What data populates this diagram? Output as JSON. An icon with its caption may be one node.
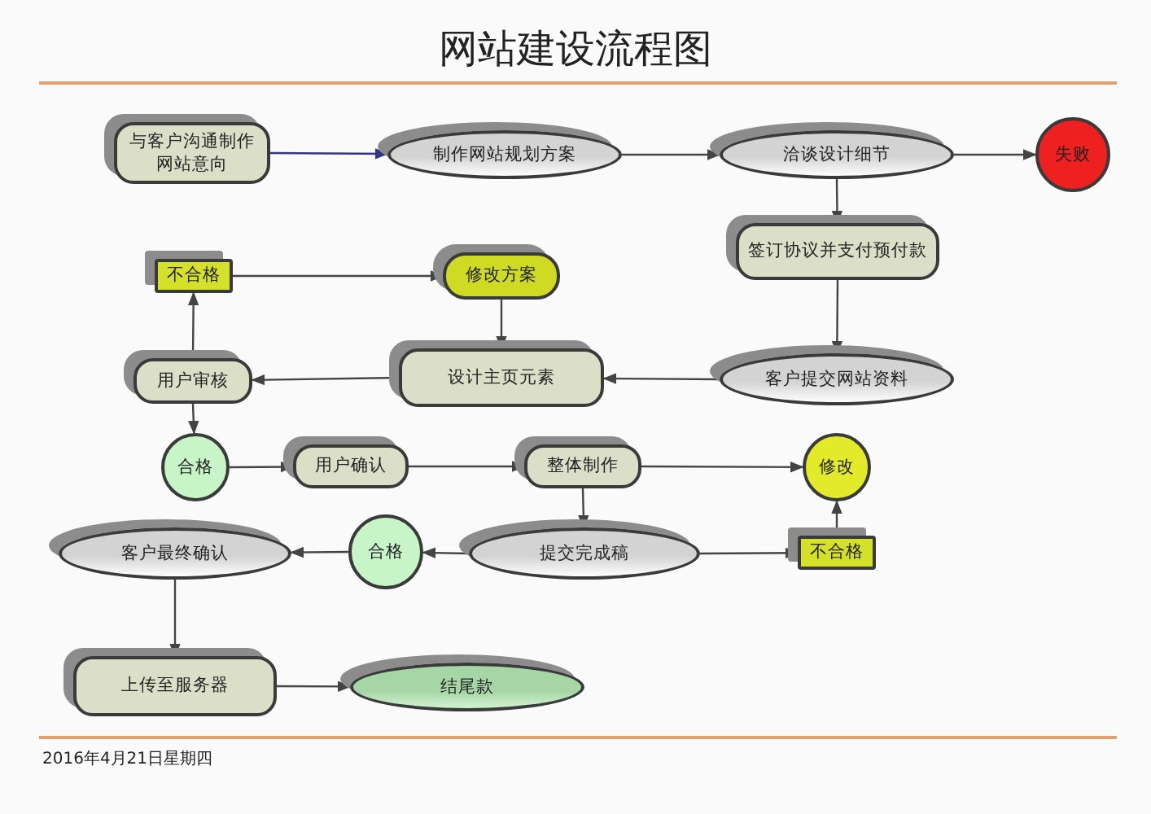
{
  "diagram": {
    "title": "网站建设流程图",
    "nodes": [
      {
        "text": [
          "与客户沟通制作网站意向"
        ]
      },
      {
        "text": [
          "制作网站规划方案"
        ]
      },
      {
        "text": [
          "洽谈设计细节"
        ]
      },
      {
        "text": [
          "失败"
        ]
      },
      {
        "text": [
          "不合格"
        ]
      },
      {
        "text": [
          "修改方案"
        ]
      },
      {
        "text": [
          "签订协议并支付预付款"
        ]
      },
      {
        "text": [
          "用户审核"
        ]
      },
      {
        "text": [
          "设计主页元素"
        ]
      },
      {
        "text": [
          "客户提交网站资料"
        ]
      },
      {
        "text": [
          "合格"
        ]
      },
      {
        "text": [
          "用户确认"
        ]
      },
      {
        "text": [
          "整体制作"
        ]
      },
      {
        "text": [
          "修改"
        ]
      },
      {
        "text": [
          "客户最终确认"
        ]
      },
      {
        "text": [
          "合格"
        ]
      },
      {
        "text": [
          "提交完成稿"
        ]
      },
      {
        "text": [
          "不合格"
        ]
      },
      {
        "text": [
          "上传至服务器"
        ]
      },
      {
        "text": [
          "结尾款"
        ]
      }
    ],
    "edges": [
      {
        "from": 0,
        "to": 1,
        "arrow": "to",
        "color": "#33338a"
      },
      {
        "from": 1,
        "to": 2,
        "arrow": "to"
      },
      {
        "from": 2,
        "to": 3,
        "arrow": "to"
      },
      {
        "from": 2,
        "to": 6,
        "arrow": "to"
      },
      {
        "from": 6,
        "to": 9,
        "arrow": "to"
      },
      {
        "from": 9,
        "to": 8,
        "arrow": "to"
      },
      {
        "from": 8,
        "to": 7,
        "arrow": "to"
      },
      {
        "from": 7,
        "to": 4,
        "arrow": "to"
      },
      {
        "from": 4,
        "to": 5,
        "arrow": "to"
      },
      {
        "from": 5,
        "to": 8,
        "arrow": "to"
      },
      {
        "from": 7,
        "to": 10,
        "arrow": "to"
      },
      {
        "from": 10,
        "to": 11,
        "arrow": "to"
      },
      {
        "from": 11,
        "to": 12,
        "arrow": "to"
      },
      {
        "from": 12,
        "to": 13,
        "arrow": "to"
      },
      {
        "from": 12,
        "to": 16,
        "arrow": "to"
      },
      {
        "from": 16,
        "to": 17,
        "arrow": "to"
      },
      {
        "from": 17,
        "to": 13,
        "arrow": "to"
      },
      {
        "from": 16,
        "to": 15,
        "arrow": "to"
      },
      {
        "from": 15,
        "to": 14,
        "arrow": "to"
      },
      {
        "from": 14,
        "to": 18,
        "arrow": "to"
      },
      {
        "from": 18,
        "to": 19,
        "arrow": "to"
      }
    ],
    "labels": [
      "2016年4月21日星期四"
    ]
  }
}
